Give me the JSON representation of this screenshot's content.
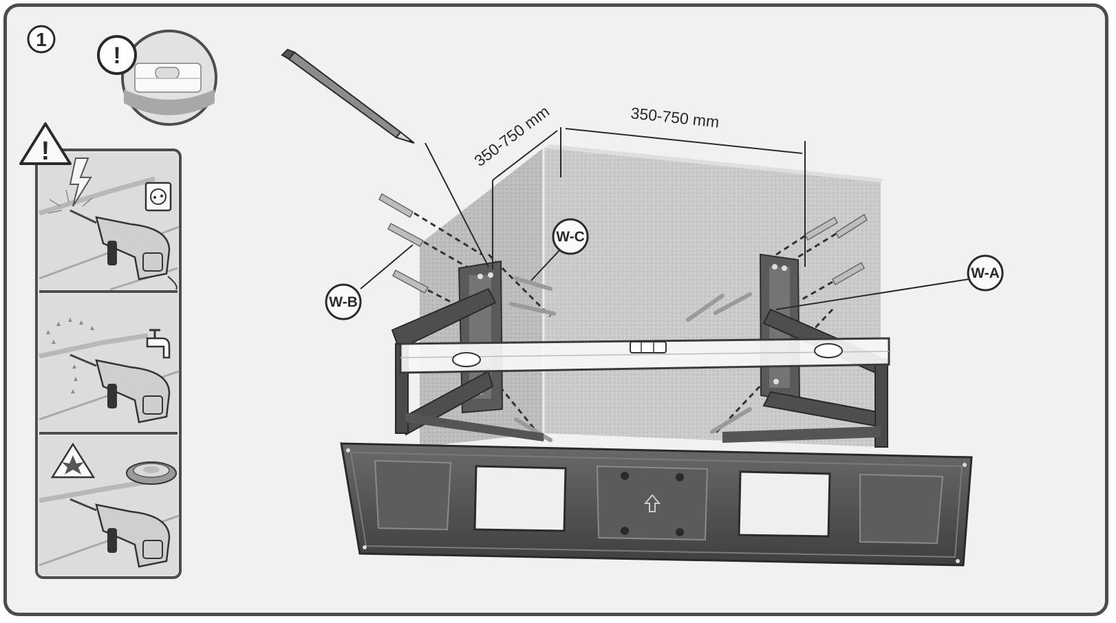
{
  "step": {
    "number": "1",
    "notice_symbol": "!",
    "warning_symbol": "!"
  },
  "dimensions": {
    "depth_label": "350-750 mm",
    "width_label": "350-750 mm"
  },
  "callouts": {
    "wa": "W-A",
    "wb": "W-B",
    "wc": "W-C"
  },
  "icons": [
    "pencil-icon",
    "spirit-level-icon",
    "warning-triangle-icon",
    "electric-cable-hazard-icon",
    "water-pipe-hazard-icon",
    "gas-pipe-hazard-icon",
    "drill-icon",
    "power-socket-icon",
    "water-tap-icon",
    "explosion-hazard-icon",
    "gas-burner-icon",
    "upward-arrow-icon"
  ],
  "colors": {
    "frame_border": "#4d4d4d",
    "background": "#f1f1f1",
    "bracket": "#545454",
    "wall": "#c9c9c9"
  }
}
